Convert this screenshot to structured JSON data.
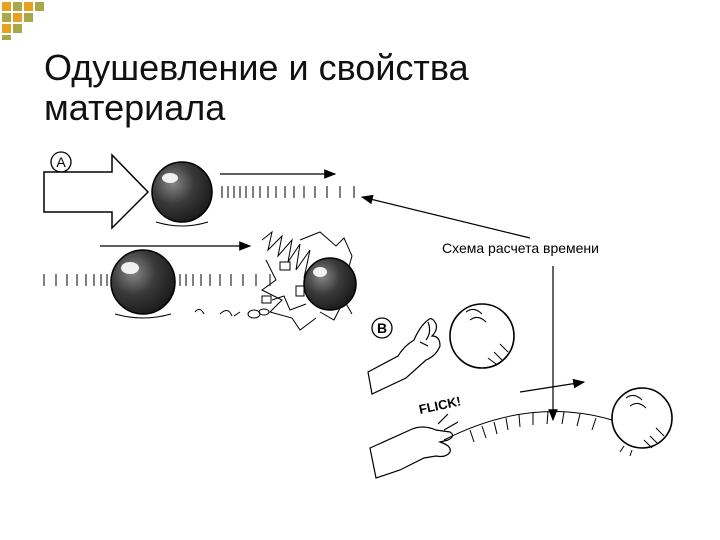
{
  "title": {
    "line1": "Одушевление и свойства",
    "line2": "материала"
  },
  "caption": "Схема расчета времени",
  "panel_a_label": "A",
  "panel_b_label": "B",
  "flick_text": "FLICK!",
  "colors": {
    "accent_orange": "#e8a020",
    "accent_olive": "#a8a84a",
    "ink": "#000000"
  }
}
